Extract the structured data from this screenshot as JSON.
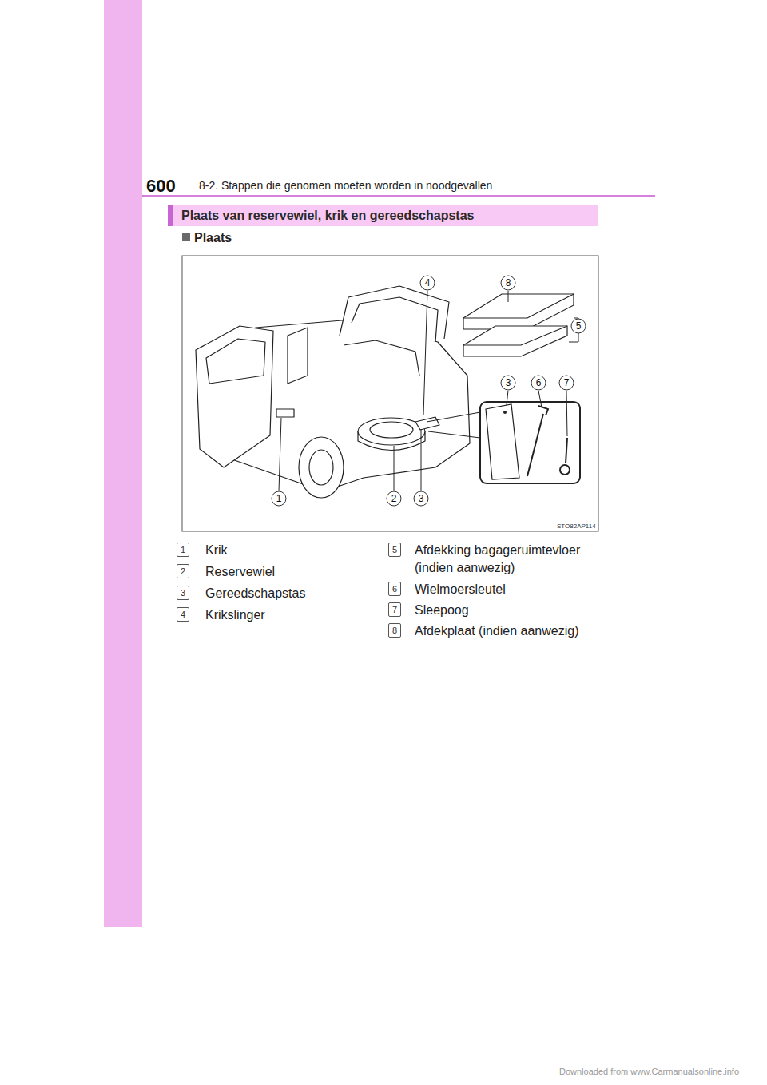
{
  "diagram": {
    "nodes": [
      {
        "text": [
          "Plaats van reservewiel, krik en gereedschapstas"
        ]
      }
    ],
    "labels": [
      "600",
      "8-2. Stappen die genomen moeten worden in noodgevallen",
      "Plaats",
      "4",
      "8",
      "5",
      "3",
      "6",
      "7",
      "1",
      "2",
      "3",
      "STO82AP114",
      "1",
      "Krik",
      "2",
      "Reservewiel",
      "3",
      "Gereedschapstas",
      "4",
      "Krikslinger",
      "5",
      "Afdekking bagageruimtevloer (indien aanwezig)",
      "6",
      "Wielmoersleutel",
      "7",
      "Sleepoog",
      "8",
      "Afdekplaat (indien aanwezig)",
      "Downloaded from www.Carmanualsonline.info"
    ]
  }
}
